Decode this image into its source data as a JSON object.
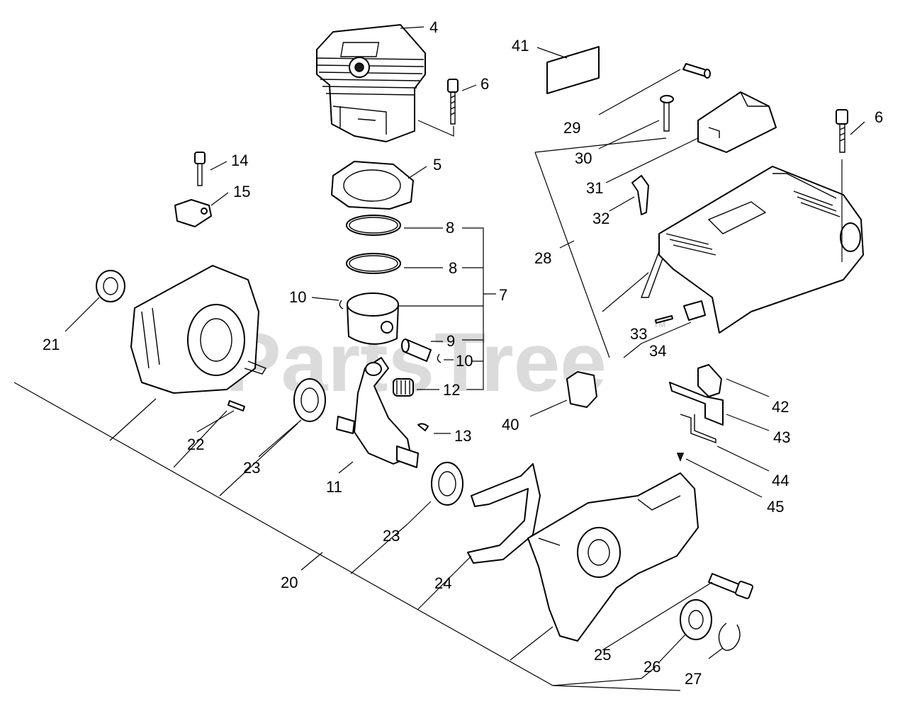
{
  "watermark": {
    "text": "PartsTree",
    "tm": "TM"
  },
  "callouts": [
    {
      "id": "c4",
      "label": "4"
    },
    {
      "id": "c6a",
      "label": "6"
    },
    {
      "id": "c41",
      "label": "41"
    },
    {
      "id": "c6b",
      "label": "6"
    },
    {
      "id": "c29",
      "label": "29"
    },
    {
      "id": "c30",
      "label": "30"
    },
    {
      "id": "c31",
      "label": "31"
    },
    {
      "id": "c32",
      "label": "32"
    },
    {
      "id": "c28",
      "label": "28"
    },
    {
      "id": "c14",
      "label": "14"
    },
    {
      "id": "c15",
      "label": "15"
    },
    {
      "id": "c5",
      "label": "5"
    },
    {
      "id": "c8a",
      "label": "8"
    },
    {
      "id": "c8b",
      "label": "8"
    },
    {
      "id": "c7",
      "label": "7"
    },
    {
      "id": "c10a",
      "label": "10"
    },
    {
      "id": "c9",
      "label": "9"
    },
    {
      "id": "c10b",
      "label": "10"
    },
    {
      "id": "c12",
      "label": "12"
    },
    {
      "id": "c21",
      "label": "21"
    },
    {
      "id": "c22",
      "label": "22"
    },
    {
      "id": "c23a",
      "label": "23"
    },
    {
      "id": "c11",
      "label": "11"
    },
    {
      "id": "c13",
      "label": "13"
    },
    {
      "id": "c33",
      "label": "33"
    },
    {
      "id": "c34",
      "label": "34"
    },
    {
      "id": "c40",
      "label": "40"
    },
    {
      "id": "c42",
      "label": "42"
    },
    {
      "id": "c43",
      "label": "43"
    },
    {
      "id": "c44",
      "label": "44"
    },
    {
      "id": "c45",
      "label": "45"
    },
    {
      "id": "c23b",
      "label": "23"
    },
    {
      "id": "c20",
      "label": "20"
    },
    {
      "id": "c24",
      "label": "24"
    },
    {
      "id": "c25",
      "label": "25"
    },
    {
      "id": "c26",
      "label": "26"
    },
    {
      "id": "c27",
      "label": "27"
    }
  ]
}
